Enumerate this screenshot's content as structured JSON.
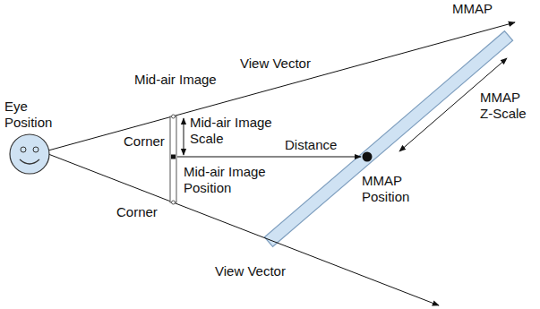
{
  "diagram": {
    "labels": [
      "MMAP",
      "View Vector",
      "Mid-air Image",
      "Eye Position",
      "Corner",
      "Mid-air Image Scale",
      "Distance",
      "MMAP Z-Scale",
      "Mid-air Image Position",
      "Corner",
      "MMAP Position",
      "View Vector"
    ]
  }
}
